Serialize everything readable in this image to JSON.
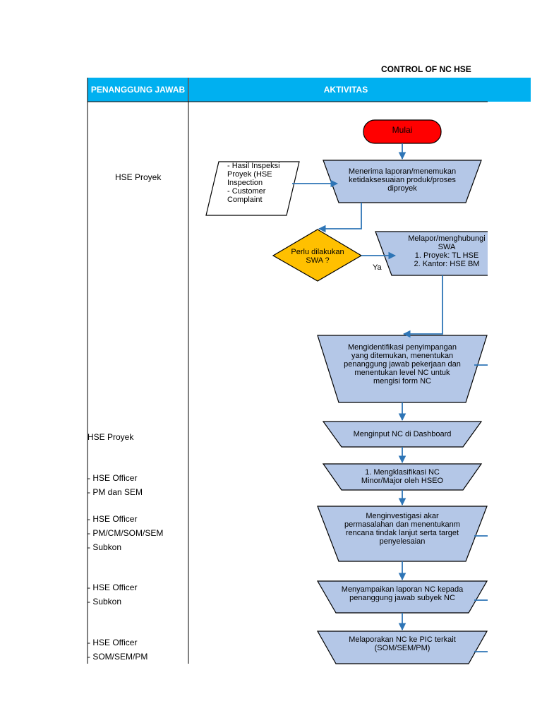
{
  "title": "CONTROL OF NC HSE",
  "header": {
    "left": "PENANGGUNG JAWAB",
    "right": "AKTIVITAS"
  },
  "roles": {
    "r1": "HSE Proyek",
    "r2": "HSE Proyek",
    "r3": [
      "- HSE Officer",
      "- PM dan SEM"
    ],
    "r4": [
      "- HSE Officer",
      "- PM/CM/SOM/SEM",
      "- Subkon"
    ],
    "r5": [
      "- HSE Officer",
      "- Subkon"
    ],
    "r6": [
      "- HSE Officer",
      "- SOM/SEM/PM"
    ]
  },
  "nodes": {
    "start": "Mulai",
    "input_doc": [
      "- Hasil Inspeksi",
      "Proyek (HSE",
      "Inspection",
      "- Customer",
      "Complaint"
    ],
    "receive": [
      "Menerima laporan/menemukan",
      "ketidaksesuaian produk/proses",
      "diproyek"
    ],
    "decision": [
      "Perlu dilakukan",
      "SWA ?"
    ],
    "yes_label": "Ya",
    "report": [
      "Melapor/menghubungi",
      "SWA",
      "1. Proyek: TL HSE",
      "2. Kantor: HSE BM"
    ],
    "identify": [
      "Mengidentifikasi penyimpangan",
      "yang ditemukan, menentukan",
      "penanggung jawab pekerjaan dan",
      "menentukan level NC untuk",
      "mengisi form NC"
    ],
    "input_nc": "Menginput NC di Dashboard",
    "classify": [
      "1. Mengklasifikasi NC",
      "Minor/Major oleh HSEO"
    ],
    "investigate": [
      "Menginvestigasi akar",
      "permasalahan dan menentukanm",
      "rencana tindak lanjut serta target",
      "penyelesaian"
    ],
    "deliver": [
      "Menyampaikan laporan NC kepada",
      "penanggung jawab subyek NC"
    ],
    "report_pic": [
      "Melaporakan NC ke PIC terkait",
      "(SOM/SEM/PM)"
    ]
  },
  "colors": {
    "header": "#00B0F0",
    "process_fill": "#B4C7E7",
    "start_fill": "#FF0000",
    "decision_fill": "#FFC000",
    "connector": "#2E75B6"
  }
}
